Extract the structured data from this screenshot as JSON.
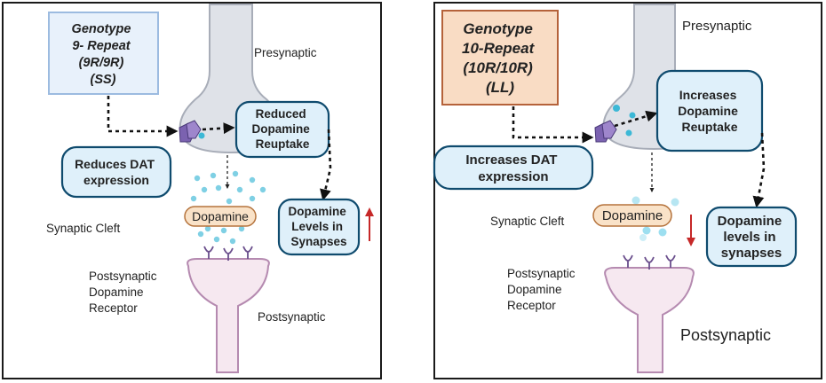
{
  "colors": {
    "frame": "#1a1a1a",
    "presynaptic_fill": "#dfe2e8",
    "presynaptic_stroke": "#a8adb8",
    "postsynaptic_fill": "#f6e8f0",
    "postsynaptic_stroke": "#b58ab0",
    "box_fill": "#dff0fa",
    "box_stroke": "#0f4b6e",
    "genotype1_fill": "#e8f1fb",
    "genotype1_stroke": "#9cbbe0",
    "genotype2_fill": "#f9dcc4",
    "genotype2_stroke": "#b5623a",
    "dopamine_pill_fill": "#f9e2c8",
    "dopamine_pill_stroke": "#b5733c",
    "vesicle": "#3cb8d6",
    "vesicle_light": "#9ddff0",
    "transporter": "#7b62b0",
    "arrow_red": "#c62828"
  },
  "panel_left": {
    "genotype_lines": [
      "Genotype",
      "9- Repeat",
      "(9R/9R)",
      "(SS)"
    ],
    "presynaptic_label": "Presynaptic",
    "reuptake_lines": [
      "Reduced",
      "Dopamine",
      "Reuptake"
    ],
    "dat_lines": [
      "Reduces DAT",
      "expression"
    ],
    "dopamine_label": "Dopamine",
    "levels_lines": [
      "Dopamine",
      "Levels in",
      "Synapses"
    ],
    "cleft_label": "Synaptic Cleft",
    "receptor_lines": [
      "Postsynaptic",
      "Dopamine",
      "Receptor"
    ],
    "postsynaptic_label": "Postsynaptic",
    "level_direction": "up"
  },
  "panel_right": {
    "genotype_lines": [
      "Genotype",
      "10-Repeat",
      "(10R/10R)",
      "(LL)"
    ],
    "presynaptic_label": "Presynaptic",
    "reuptake_lines": [
      "Increases",
      "Dopamine",
      "Reuptake"
    ],
    "dat_lines": [
      "Increases DAT",
      "expression"
    ],
    "dopamine_label": "Dopamine",
    "levels_lines": [
      "Dopamine",
      "levels in",
      "synapses"
    ],
    "cleft_label": "Synaptic Cleft",
    "receptor_lines": [
      "Postsynaptic",
      "Dopamine",
      "Receptor"
    ],
    "postsynaptic_label": "Postsynaptic",
    "level_direction": "down"
  }
}
